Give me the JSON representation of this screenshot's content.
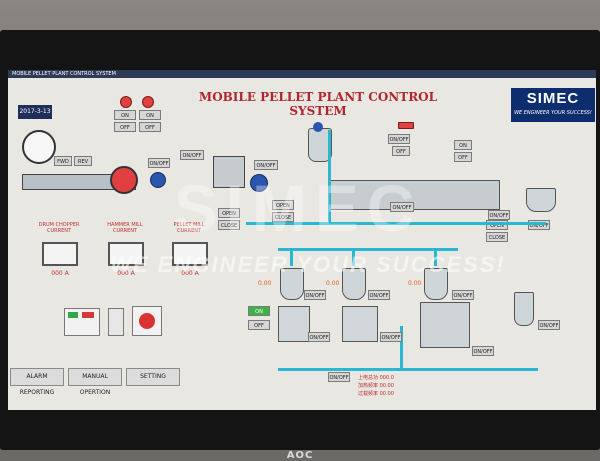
{
  "window": {
    "title": "MOBILE PELLET PLANT CONTROL SYSTEM"
  },
  "header": {
    "title": "MOBILE PELLET PLANT CONTROL SYSTEM",
    "date": "2017-3-13",
    "brand": "SIMEC",
    "slogan": "WE ENGINEER YOUR SUCCESS!"
  },
  "watermark": {
    "big": "SIMEC",
    "slogan": "WE ENGINEER YOUR SUCCESS!"
  },
  "monitor": {
    "brand": "AOC"
  },
  "controls": {
    "on": "ON",
    "off": "OFF",
    "open": "OPEN",
    "close": "CLOSE",
    "fwd": "FWD",
    "rev": "REV",
    "onoff": "ON/OFF"
  },
  "meters": [
    {
      "label": "DRUM CHOPPER CURRENT",
      "value": "000",
      "unit": "A"
    },
    {
      "label": "HAMMER MILL CURRENT",
      "value": "000",
      "unit": "A"
    },
    {
      "label": "PELLET MILL CURRENT",
      "value": "000",
      "unit": "A"
    }
  ],
  "readouts": {
    "r1": "0.00",
    "r2": "0.00",
    "r3": "0.00"
  },
  "stats": {
    "line1_label": "上电总功",
    "line1_value": "000.0",
    "line2_label": "加热频率",
    "line2_value": "00.00",
    "line3_label": "过载频率",
    "line3_value": "00.00"
  },
  "footer": {
    "alarm": "ALARM REPORTING",
    "manual": "MANUAL OPERTION",
    "setting": "SETTING"
  },
  "colors": {
    "pipe": "#29b7d1",
    "alarm": "#e04040",
    "brand_bg": "#0d2d6e",
    "title": "#b0262e"
  }
}
